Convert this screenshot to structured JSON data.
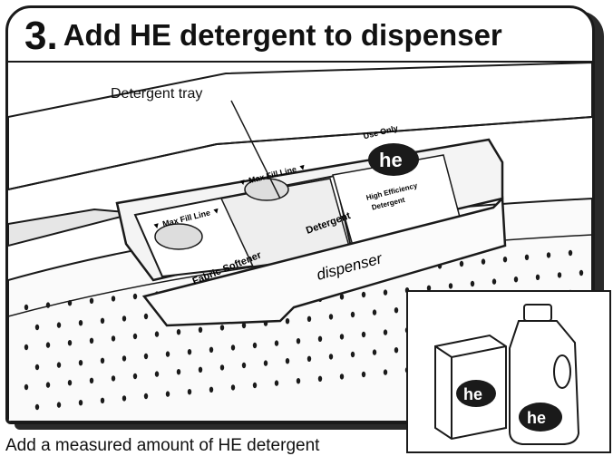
{
  "step": {
    "number": "3.",
    "title": "Add HE detergent to dispenser"
  },
  "callout": {
    "label": "Detergent tray"
  },
  "dispenser": {
    "front_label": "dispenser",
    "compartments": {
      "fabric_softener": "Fabric Softener",
      "detergent": "Detergent",
      "max_fill_line_left": "▼ Max Fill Line ▼",
      "max_fill_line_right": "▼ Max Fill Line ▼"
    },
    "badge": {
      "top_text": "Use Only",
      "logo": "he",
      "bottom_text_1": "High Efficiency",
      "bottom_text_2": "Detergent"
    }
  },
  "inset": {
    "box_logo": "he",
    "bottle_logo": "he"
  },
  "caption": {
    "text": "Add a measured amount of HE detergent"
  },
  "colors": {
    "ink": "#1a1a1a",
    "paper": "#ffffff",
    "shade": "#d8d8d8"
  }
}
